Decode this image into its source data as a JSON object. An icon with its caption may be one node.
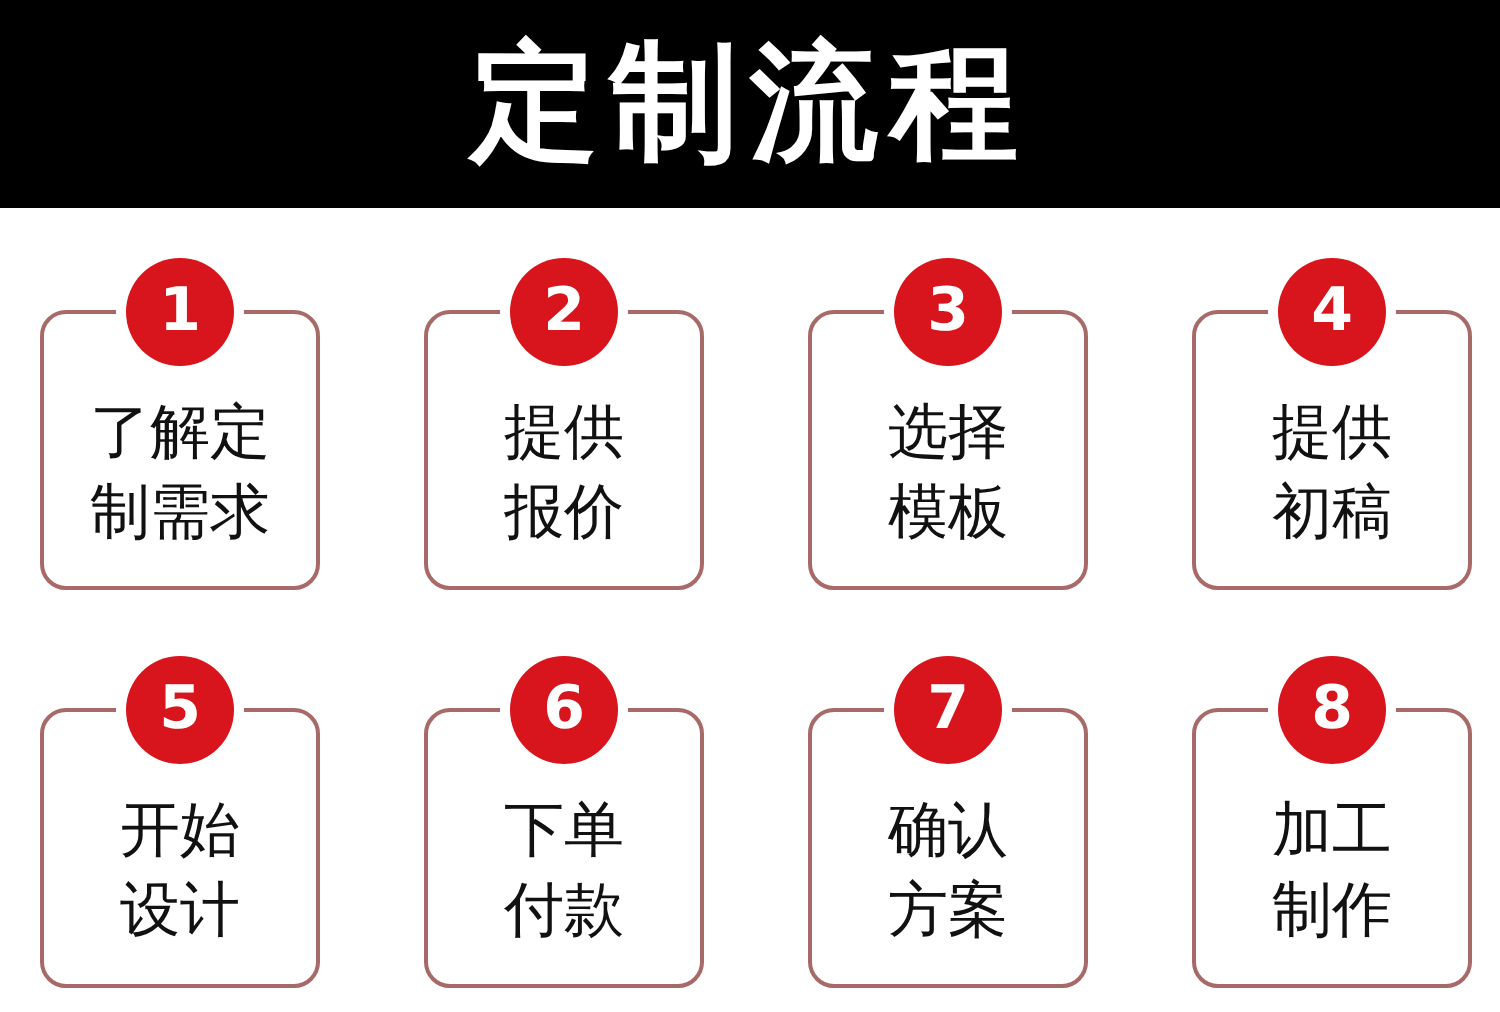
{
  "diagram": {
    "title": "定制流程",
    "nodes": [
      {
        "text": [
          "1"
        ]
      },
      {
        "text": [
          "了解定制需求"
        ]
      },
      {
        "text": [
          "2"
        ]
      },
      {
        "text": [
          "提供报价"
        ]
      },
      {
        "text": [
          "3"
        ]
      },
      {
        "text": [
          "选择模板"
        ]
      },
      {
        "text": [
          "4"
        ]
      },
      {
        "text": [
          "提供初稿"
        ]
      },
      {
        "text": [
          "5"
        ]
      },
      {
        "text": [
          "开始设计"
        ]
      },
      {
        "text": [
          "6"
        ]
      },
      {
        "text": [
          "下单付款"
        ]
      },
      {
        "text": [
          "7"
        ]
      },
      {
        "text": [
          "确认方案"
        ]
      },
      {
        "text": [
          "8"
        ]
      },
      {
        "text": [
          "加工制作"
        ]
      }
    ],
    "edges": []
  }
}
